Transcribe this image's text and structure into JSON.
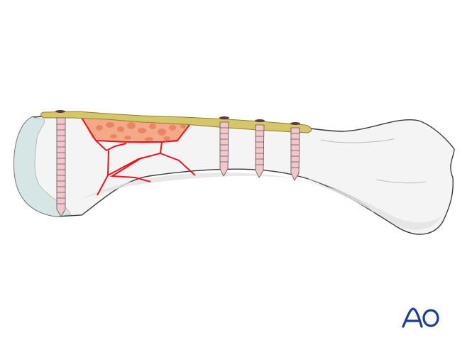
{
  "figure": {
    "subject": "bone-with-plate-fixation",
    "colors": {
      "bone": "#f4f4f4",
      "bone_shadow": "#e2e2e2",
      "cartilage": "#d6e6e6",
      "outline": "#3a3a3a",
      "plate": "#d6c66a",
      "plate_dark": "#8f7d2a",
      "screw": "#f4c6cc",
      "fracture": "#e8141e",
      "bone_graft": "#f4a988",
      "graft_cells": "#e8875f",
      "logo": "#1a3c9c"
    },
    "screws_count": 4
  },
  "logo": {
    "text": "AO"
  }
}
